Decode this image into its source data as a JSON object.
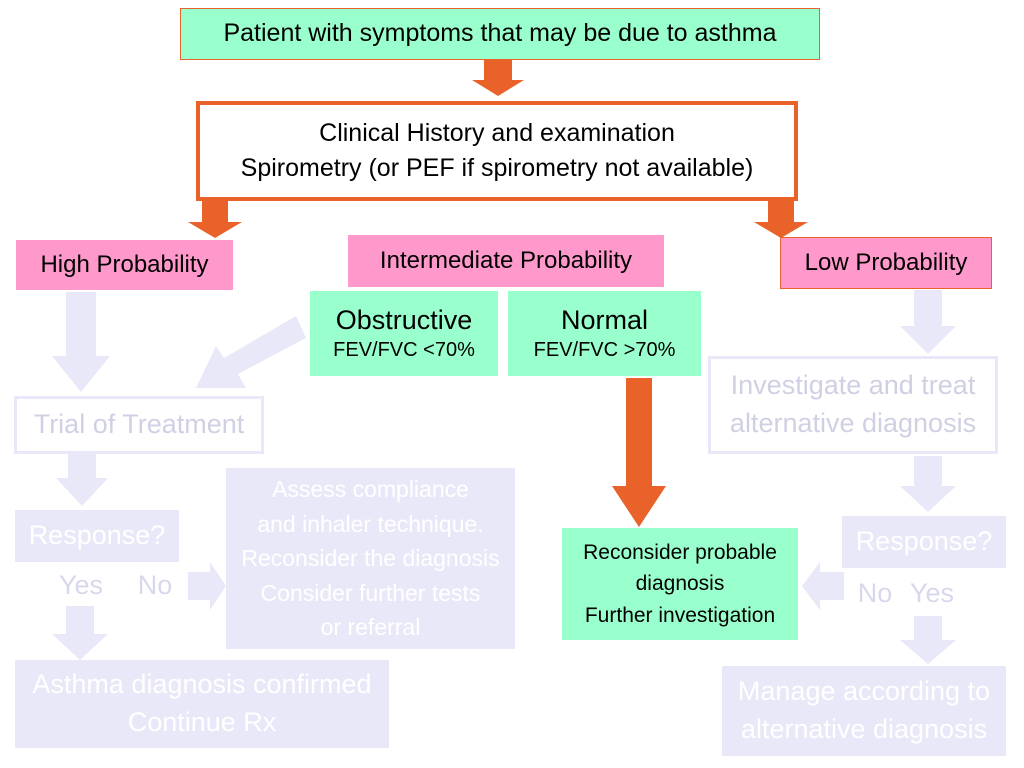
{
  "colors": {
    "orange": "#e8622a",
    "green": "#99ffcc",
    "pink": "#ff99cc",
    "faded": "#e8e8f8"
  },
  "top_box": "Patient with symptoms that may be due to asthma",
  "clinical_box": {
    "line1": "Clinical History and examination",
    "line2": "Spirometry (or PEF if spirometry not available)"
  },
  "high_probability": "High Probability",
  "intermediate_probability": "Intermediate Probability",
  "low_probability": "Low Probability",
  "obstructive": {
    "title": "Obstructive",
    "detail": "FEV/FVC <70%"
  },
  "normal": {
    "title": "Normal",
    "detail": "FEV/FVC >70%"
  },
  "trial_of_treatment": "Trial of Treatment",
  "response_left": "Response?",
  "yes_left": "Yes",
  "no_left": "No",
  "assess_box": {
    "line1": "Assess compliance",
    "line2": "and inhaler technique.",
    "line3": "Reconsider the diagnosis",
    "line4": "Consider further tests",
    "line5": "or referral"
  },
  "confirmed_box": {
    "line1": "Asthma diagnosis confirmed",
    "line2": "Continue Rx"
  },
  "reconsider_box": {
    "line1": "Reconsider probable",
    "line2": "diagnosis",
    "line3": "Further investigation"
  },
  "investigate_box": {
    "line1": "Investigate and treat",
    "line2": "alternative diagnosis"
  },
  "response_right": "Response?",
  "no_right": "No",
  "yes_right": "Yes",
  "manage_box": {
    "line1": "Manage according to",
    "line2": "alternative diagnosis"
  }
}
